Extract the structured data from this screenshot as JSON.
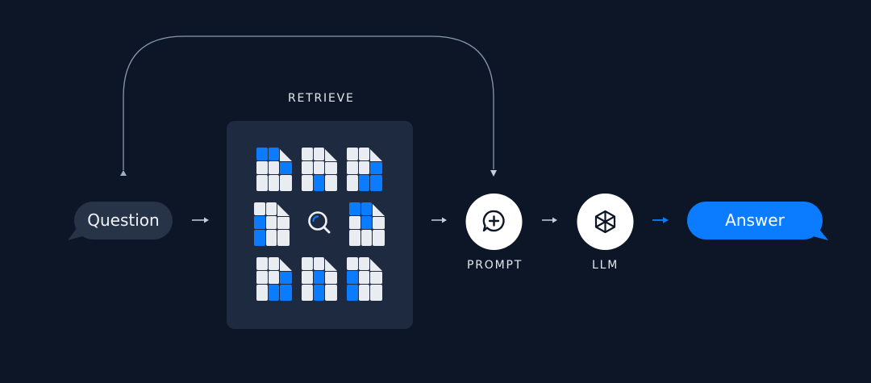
{
  "diagram": {
    "question_label": "Question",
    "retrieve_label": "RETRIEVE",
    "prompt_label": "PROMPT",
    "llm_label": "LLM",
    "answer_label": "Answer"
  },
  "icons": {
    "retrieve_center": "magnifier-icon",
    "prompt": "chat-plus-icon",
    "llm": "hex-cube-icon",
    "documents": "table-document-icon"
  },
  "colors": {
    "background": "#0d1627",
    "panel": "#1e2a40",
    "question_bubble": "#273347",
    "answer_bubble": "#0b7cff",
    "accent_blue": "#0b7cff",
    "doc_gray": "#e9edf2",
    "arrow": "#c6d0dc"
  }
}
